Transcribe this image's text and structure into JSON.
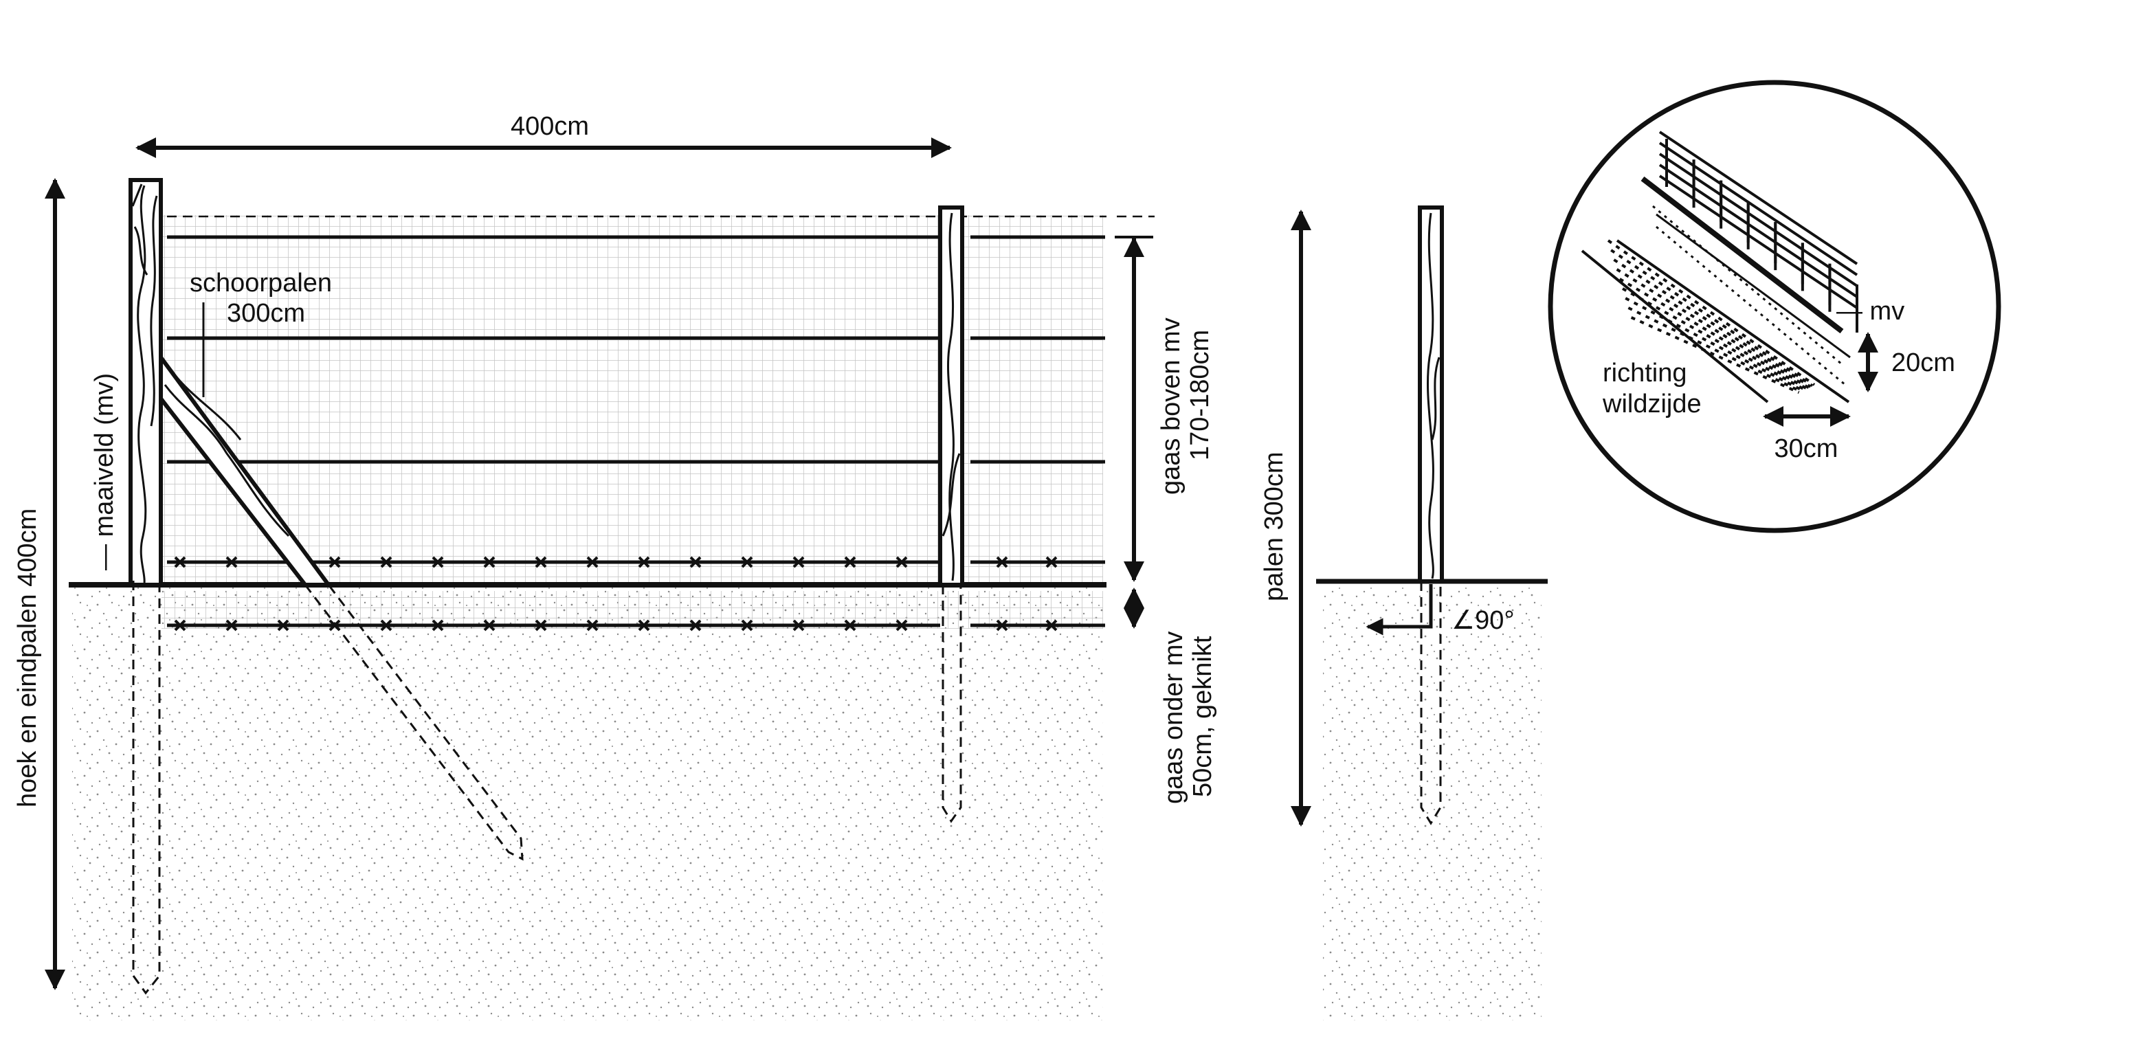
{
  "colors": {
    "ink": "#111111",
    "mesh": "#c4c4c4",
    "soil_dots": "#8a8a8a",
    "background": "#ffffff"
  },
  "labels": {
    "span_width": "400cm",
    "brace_posts_line1": "schoorpalen",
    "brace_posts_line2": "300cm",
    "ground_level": "— maaiveld (mv)",
    "corner_posts": "hoek en eindpalen 400cm",
    "mesh_above_line1": "gaas boven mv",
    "mesh_above_line2": "170-180cm",
    "mesh_below_line1": "gaas onder mv",
    "mesh_below_line2": "50cm, geknikt",
    "posts_length": "palen 300cm",
    "angle": "∠90°",
    "detail_mv": "— mv",
    "detail_direction_line1": "richting",
    "detail_direction_line2": "wildzijde",
    "detail_depth": "20cm",
    "detail_width": "30cm"
  }
}
